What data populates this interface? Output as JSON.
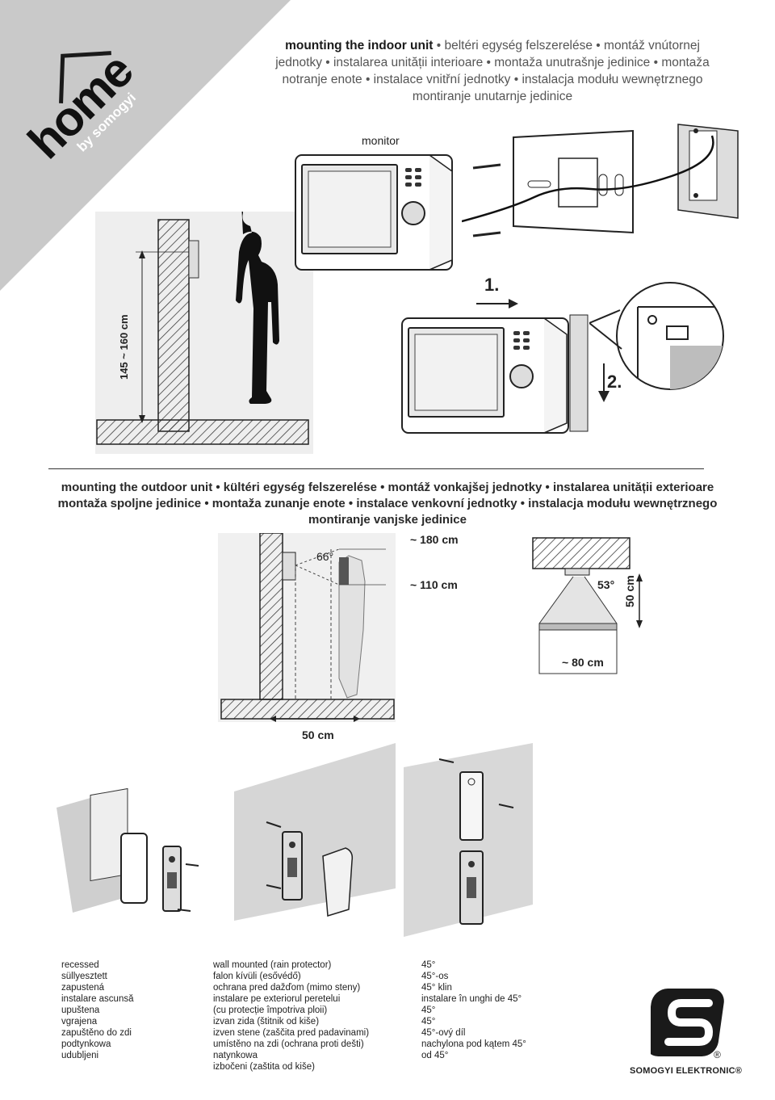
{
  "logo": {
    "word": "home",
    "sub": "by somogyi"
  },
  "indoor": {
    "heading_strong": "mounting the indoor unit",
    "heading_rest": " • beltéri egység felszerelése • montáž vnútornej jednotky • instalarea unității interioare • montaža unutrašnje jedinice • montaža notranje enote • instalace vnitřní jednotky • instalacja modułu wewnętrznego montiranje unutarnje jedinice",
    "monitor_label": "monitor",
    "height_label": "145 ~ 160 cm",
    "step1": "1.",
    "step2": "2."
  },
  "outdoor": {
    "heading": "mounting the outdoor unit • kültéri egység felszerelése • montáž vonkajšej jednotky • instalarea unității exterioare montaža spoljne jedinice • montaža zunanje enote • instalace venkovní jednotky • instalacja modułu wewnętrznego montiranje vanjske jedinice",
    "angle1": "66°",
    "height_high": "~ 180 cm",
    "height_low": "~ 110 cm",
    "distance": "50 cm",
    "angle2": "53°",
    "height2": "50 cm",
    "width": "~ 80 cm"
  },
  "captions": {
    "col1": [
      "recessed",
      "süllyesztett",
      "zapustená",
      "instalare ascunsă",
      "upuštena",
      "vgrajena",
      "zapuštěno do zdi",
      "podtynkowa",
      "udubljeni"
    ],
    "col2": [
      "wall mounted (rain protector)",
      "falon kívüli (esővédő)",
      "ochrana pred dažďom (mimo steny)",
      "instalare pe exteriorul peretelui",
      "(cu protecție împotriva ploii)",
      "izvan zida (štitnik od kiše)",
      "izven stene (zaščita pred padavinami)",
      "umístěno na zdi (ochrana proti dešti)",
      "natynkowa",
      "izbočeni (zaštita od kiše)"
    ],
    "col3": [
      "45°",
      "45°-os",
      "45° klin",
      "instalare în unghi de 45°",
      "45°",
      "45°",
      "45°-ový díl",
      "nachylona pod kątem 45°",
      "od 45°"
    ]
  },
  "brand": {
    "name": "SOMOGYI ELEKTRONIC®",
    "mark": "®"
  }
}
